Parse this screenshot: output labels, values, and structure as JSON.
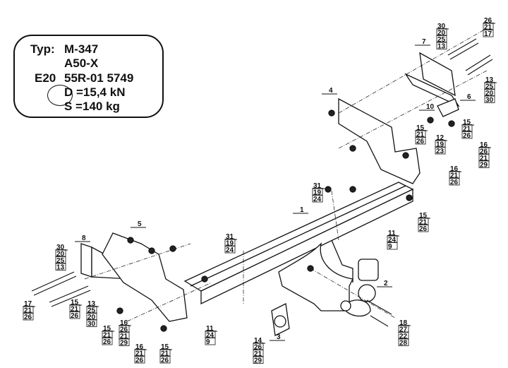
{
  "plate": {
    "typ_label": "Typ:",
    "model": "M-347",
    "class": "A50-X",
    "approval_mark": "E20",
    "approval_number": "55R-01 5749",
    "d_value": "D =15,4 kN",
    "s_value": "S =140 kg"
  },
  "part_labels": [
    "1",
    "2",
    "3",
    "4",
    "5",
    "6",
    "7",
    "8",
    "10"
  ],
  "callouts": [
    [
      "30",
      "20",
      "25",
      "13"
    ],
    [
      "26",
      "21",
      "17"
    ],
    [
      "13",
      "25",
      "20",
      "30"
    ],
    [
      "15",
      "21",
      "26"
    ],
    [
      "15",
      "21",
      "26"
    ],
    [
      "12",
      "19",
      "23"
    ],
    [
      "16",
      "26",
      "21",
      "29"
    ],
    [
      "16",
      "21",
      "26"
    ],
    [
      "15",
      "21",
      "26"
    ],
    [
      "31",
      "19",
      "24"
    ],
    [
      "11",
      "24",
      "9"
    ],
    [
      "31",
      "19",
      "24"
    ],
    [
      "30",
      "20",
      "25",
      "13"
    ],
    [
      "17",
      "21",
      "26"
    ],
    [
      "15",
      "21",
      "26"
    ],
    [
      "13",
      "25",
      "20",
      "30"
    ],
    [
      "15",
      "21",
      "26"
    ],
    [
      "16",
      "26",
      "21",
      "29"
    ],
    [
      "16",
      "21",
      "26"
    ],
    [
      "15",
      "21",
      "26"
    ],
    [
      "11",
      "24",
      "9"
    ],
    [
      "14",
      "26",
      "21",
      "29"
    ],
    [
      "18",
      "27",
      "22",
      "28"
    ]
  ]
}
